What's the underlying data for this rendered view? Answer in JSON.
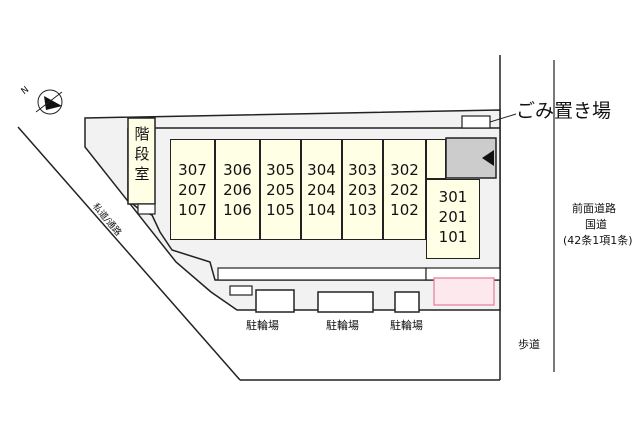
{
  "labels": {
    "stairwell": "階段室",
    "garbage": "ごみ置き場",
    "bike_parking_1": "駐輪場",
    "bike_parking_2": "駐輪場",
    "bike_parking_3": "駐輪場",
    "side_road": "私道/通路",
    "front_road_line1": "前面道路",
    "front_road_line2": "国道",
    "front_road_line3": "(42条1項1条)",
    "sidewalk": "歩道",
    "compass": "N"
  },
  "units": [
    {
      "top": "307",
      "mid": "207",
      "bottom": "107"
    },
    {
      "top": "306",
      "mid": "206",
      "bottom": "106"
    },
    {
      "top": "305",
      "mid": "205",
      "bottom": "105"
    },
    {
      "top": "304",
      "mid": "204",
      "bottom": "104"
    },
    {
      "top": "303",
      "mid": "203",
      "bottom": "103"
    },
    {
      "top": "302",
      "mid": "202",
      "bottom": "102"
    },
    {
      "top": "301",
      "mid": "201",
      "bottom": "101"
    }
  ],
  "colors": {
    "unit_fill": "#ffffe6",
    "entrance_fill": "#cccccc",
    "highlight_outline": "#e87a9a",
    "highlight_fill": "#fde8ee",
    "site_fill": "#f2f2f2"
  }
}
